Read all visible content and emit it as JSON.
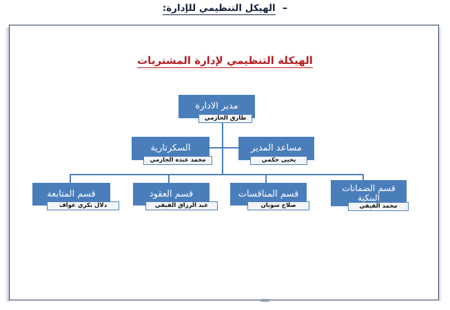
{
  "header": {
    "bullet": "–",
    "text": "الهيكل التنظيمي للإدارة:"
  },
  "chart": {
    "title": "الهيكلة التنظيمي لإدارة المشتريات",
    "title_color": "#b51f24",
    "node_color": "#4a7ebb",
    "name_tag_bg": "#f2f4f8",
    "frame_color": "#2c3d57"
  },
  "chart_data": {
    "type": "diagram",
    "title": "الهيكلة التنظيمي لإدارة المشتريات",
    "orientation": "rtl",
    "levels": [
      {
        "level": 1,
        "nodes": [
          {
            "id": "director",
            "title": "مدير الادارة",
            "person": "طارق الحازمي"
          }
        ]
      },
      {
        "level": 2,
        "nodes": [
          {
            "id": "secretariat",
            "title": "السكرتارية",
            "person": "محمد عبده الحازمي"
          },
          {
            "id": "assistant-director",
            "title": "مساعد المدير",
            "person": "يحيى حكمي"
          }
        ]
      },
      {
        "level": 3,
        "nodes": [
          {
            "id": "follow-up-dept",
            "title": "قسم المتابعة",
            "person": "دلال بكري عواف"
          },
          {
            "id": "contracts-dept",
            "title": "قسم العقود",
            "person": "عبد الرزاق القيفي"
          },
          {
            "id": "tenders-dept",
            "title": "قسم المناقسات",
            "person": "صلاح سوبان"
          },
          {
            "id": "bank-guarantees-dept",
            "title": "قسم الضمانات البنكية",
            "title_line1": "قسم الضمانات",
            "title_line2": "البنكية",
            "person": "محمد القيفي"
          }
        ]
      }
    ],
    "edges": [
      {
        "from": "director",
        "to": "secretariat"
      },
      {
        "from": "director",
        "to": "assistant-director"
      },
      {
        "from": "director",
        "to": "follow-up-dept"
      },
      {
        "from": "director",
        "to": "contracts-dept"
      },
      {
        "from": "director",
        "to": "tenders-dept"
      },
      {
        "from": "director",
        "to": "bank-guarantees-dept"
      }
    ]
  }
}
